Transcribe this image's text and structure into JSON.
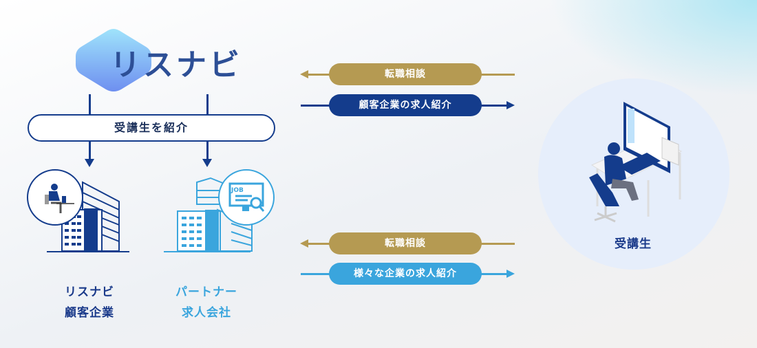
{
  "logo": {
    "text": "リスナビ"
  },
  "flow_label": "受講生を紹介",
  "entities": {
    "client": {
      "line1": "リスナビ",
      "line2": "顧客企業"
    },
    "partner": {
      "line1": "パートナー",
      "line2": "求人会社",
      "badge_text": "JOB"
    },
    "student": {
      "label": "受講生"
    }
  },
  "top_arrows": {
    "consult": "転職相談",
    "intro": "顧客企業の求人紹介"
  },
  "bottom_arrows": {
    "consult": "転職相談",
    "intro": "様々な企業の求人紹介"
  },
  "colors": {
    "navy": "#143c8c",
    "gold": "#b59a52",
    "sky": "#3aa5dd",
    "circle": "#e6eefb"
  }
}
